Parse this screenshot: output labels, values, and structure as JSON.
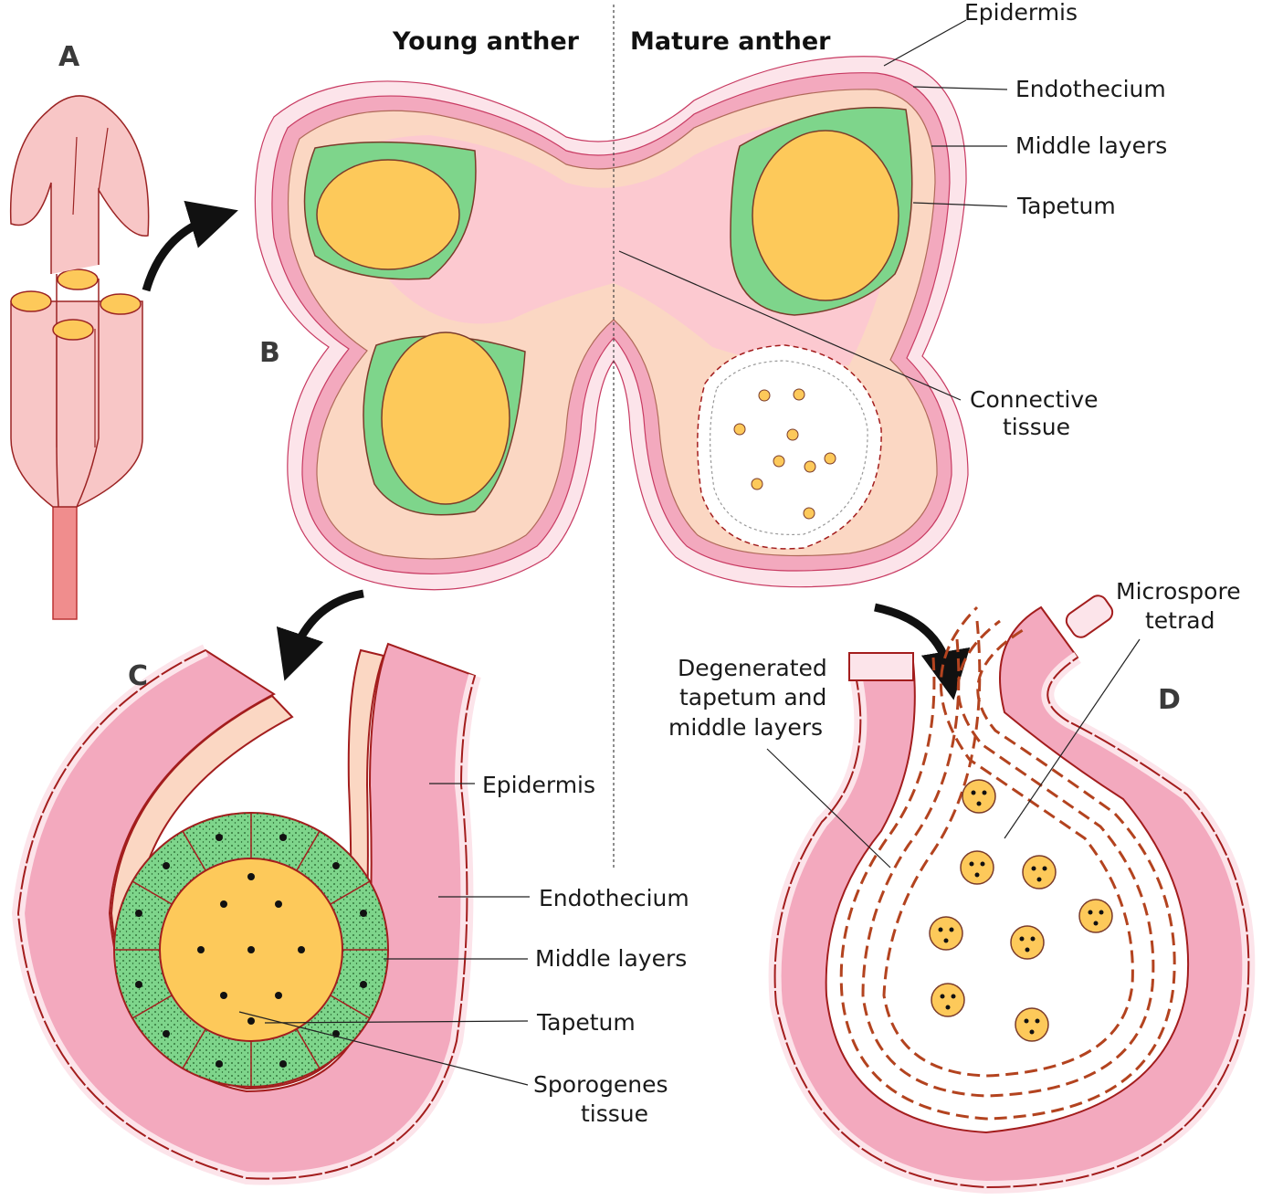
{
  "panels": {
    "a": "A",
    "b": "B",
    "c": "C",
    "d": "D"
  },
  "headers": {
    "young": "Young anther",
    "mature": "Mature anther"
  },
  "labels_b": {
    "epidermis": "Epidermis",
    "endothecium": "Endothecium",
    "middle_layers": "Middle layers",
    "tapetum": "Tapetum",
    "connective_line1": "Connective",
    "connective_line2": "tissue"
  },
  "labels_c": {
    "epidermis": "Epidermis",
    "endothecium": "Endothecium",
    "middle_layers": "Middle layers",
    "tapetum": "Tapetum",
    "sporogenes_line1": "Sporogenes",
    "sporogenes_line2": "tissue"
  },
  "labels_d": {
    "microspore_line1": "Microspore",
    "microspore_line2": "tetrad",
    "degenerated_line1": "Degenerated",
    "degenerated_line2": "tapetum and",
    "degenerated_line3": "middle layers"
  },
  "colors": {
    "epidermis_outer": "#fce4ea",
    "endothecium_pink": "#f3a9be",
    "middle_peach": "#fbd7c3",
    "connective": "#fcc9d0",
    "tapetum_green": "#7ed58b",
    "sporogenous_yellow": "#fdc95a",
    "outline": "#a31d1d",
    "dashed": "#b3431f"
  }
}
